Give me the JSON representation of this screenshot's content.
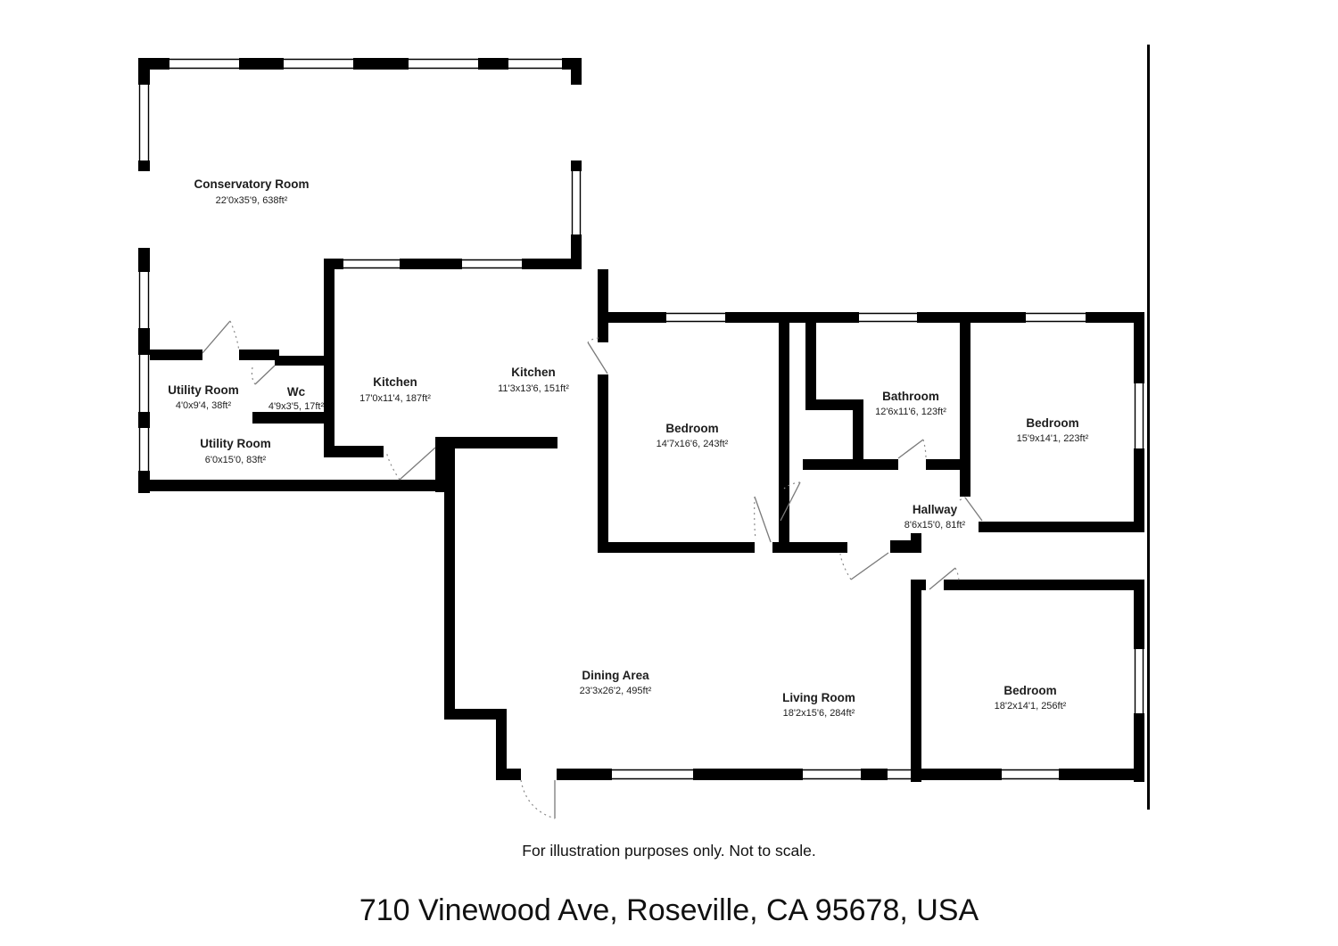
{
  "footer": {
    "disclaimer": "For illustration purposes only. Not to scale.",
    "address": "710 Vinewood Ave, Roseville, CA 95678, USA"
  },
  "rooms": {
    "conservatory": {
      "name": "Conservatory Room",
      "dims": "22'0x35'9, 638ft²"
    },
    "utility1": {
      "name": "Utility Room",
      "dims": "4'0x9'4, 38ft²"
    },
    "wc": {
      "name": "Wc",
      "dims": "4'9x3'5, 17ft²"
    },
    "utility2": {
      "name": "Utility Room",
      "dims": "6'0x15'0, 83ft²"
    },
    "kitchen1": {
      "name": "Kitchen",
      "dims": "17'0x11'4, 187ft²"
    },
    "kitchen2": {
      "name": "Kitchen",
      "dims": "11'3x13'6, 151ft²"
    },
    "bedroom1": {
      "name": "Bedroom",
      "dims": "14'7x16'6, 243ft²"
    },
    "bathroom": {
      "name": "Bathroom",
      "dims": "12'6x11'6, 123ft²"
    },
    "bedroom2": {
      "name": "Bedroom",
      "dims": "15'9x14'1, 223ft²"
    },
    "hallway": {
      "name": "Hallway",
      "dims": "8'6x15'0, 81ft²"
    },
    "dining": {
      "name": "Dining Area",
      "dims": "23'3x26'2, 495ft²"
    },
    "living": {
      "name": "Living Room",
      "dims": "18'2x15'6, 284ft²"
    },
    "bedroom3": {
      "name": "Bedroom",
      "dims": "18'2x14'1, 256ft²"
    }
  },
  "colors": {
    "wall": "#000000",
    "background": "#ffffff",
    "door_line": "#7a7a7a",
    "text": "#1d1d1d"
  }
}
